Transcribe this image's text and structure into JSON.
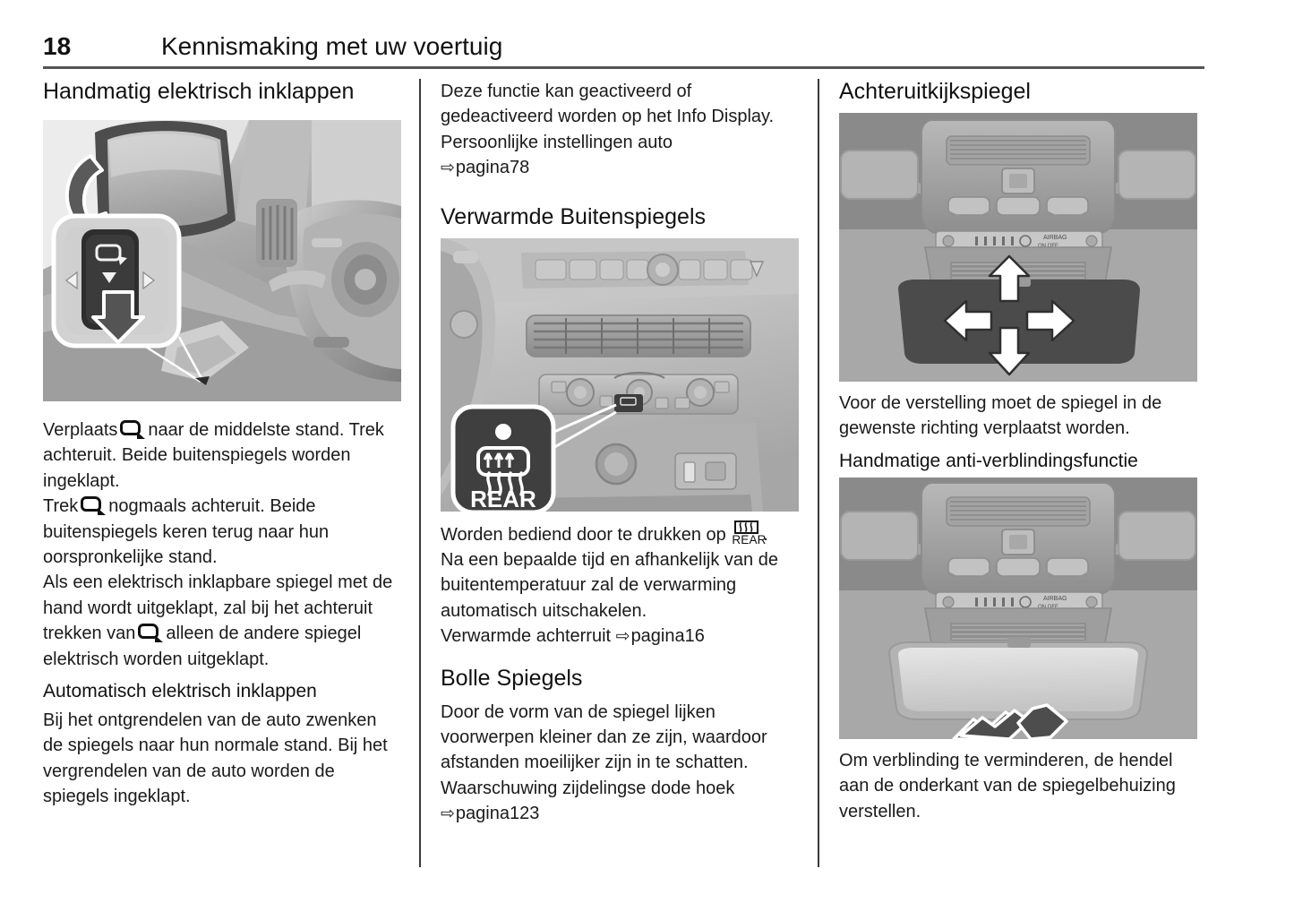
{
  "header": {
    "page_number": "18",
    "title": "Kennismaking met uw voertuig"
  },
  "column_1": {
    "heading_manual_fold": "Handmatig elektrisch inklappen",
    "figure_mirror_switch": {
      "caption": "",
      "alt_name": "mirror-control-switch-illustration"
    },
    "para_1_a": "Verplaats",
    "para_1_b": "naar de middelste stand. Trek achteruit. Beide buitenspiegels worden ingeklapt.",
    "para_2_a": "Trek",
    "para_2_b": "nogmaals achteruit. Beide buitenspiegels keren terug naar hun oorspronkelijke stand.",
    "para_3_a": "Als een elektrisch inklapbare spiegel met de hand wordt uitgeklapt, zal bij het achteruit trekken van",
    "para_3_b": "alleen de andere spiegel elektrisch worden uitgeklapt.",
    "heading_auto_fold": "Automatisch elektrisch inklappen",
    "para_4": "Bij het ontgrendelen van de auto zwenken de spiegels naar hun normale stand. Bij het vergrendelen van de auto worden de spiegels ingeklapt."
  },
  "column_2": {
    "para_1": "Deze functie kan geactiveerd of gedeactiveerd worden op het Info Display.",
    "para_2": "Persoonlijke instellingen auto",
    "ref_1": "pagina78",
    "heading_heated_mirrors": "Verwarmde Buitenspiegels",
    "figure_console": {
      "callout_label": "REAR",
      "alt_name": "center-console-rear-defrost-illustration"
    },
    "para_3_a": "Worden bediend door te drukken op",
    "para_3_b": ".",
    "para_4": "Na een bepaalde tijd en afhankelijk van de buitentemperatuur zal de verwarming automatisch uitschakelen.",
    "para_5": "Verwarmde achterruit",
    "ref_2": "pagina16",
    "heading_convex": "Bolle Spiegels",
    "para_6": "Door de vorm van de spiegel lijken voorwerpen kleiner dan ze zijn, waardoor afstanden moeilijker zijn in te schatten.",
    "para_7": "Waarschuwing zijdelingse dode hoek",
    "ref_3": "pagina123"
  },
  "column_3": {
    "heading_rearview": "Achteruitkijkspiegel",
    "figure_rearview_adjust": {
      "alt_name": "rearview-mirror-adjust-illustration"
    },
    "para_1": "Voor de verstelling moet de spiegel in de gewenste richting verplaatst worden.",
    "heading_antiglare": "Handmatige anti-verblindingsfunctie",
    "figure_antiglare": {
      "alt_name": "rearview-mirror-antiglare-illustration"
    },
    "para_2": "Om verblinding te verminderen, de hendel aan de onderkant van de spiegelbehuizing verstellen."
  },
  "icons": {
    "mirror_switch_icon": "mirror-icon",
    "rear_defrost_icon": "rear-defrost-icon",
    "page_reference_arrow": "⇨"
  },
  "colors": {
    "text": "#1a1a1a",
    "rule": "#555555",
    "divider": "#3a3a3a",
    "figure_bg": "#b5b5b5",
    "callout_dark": "#3f3f3f"
  }
}
